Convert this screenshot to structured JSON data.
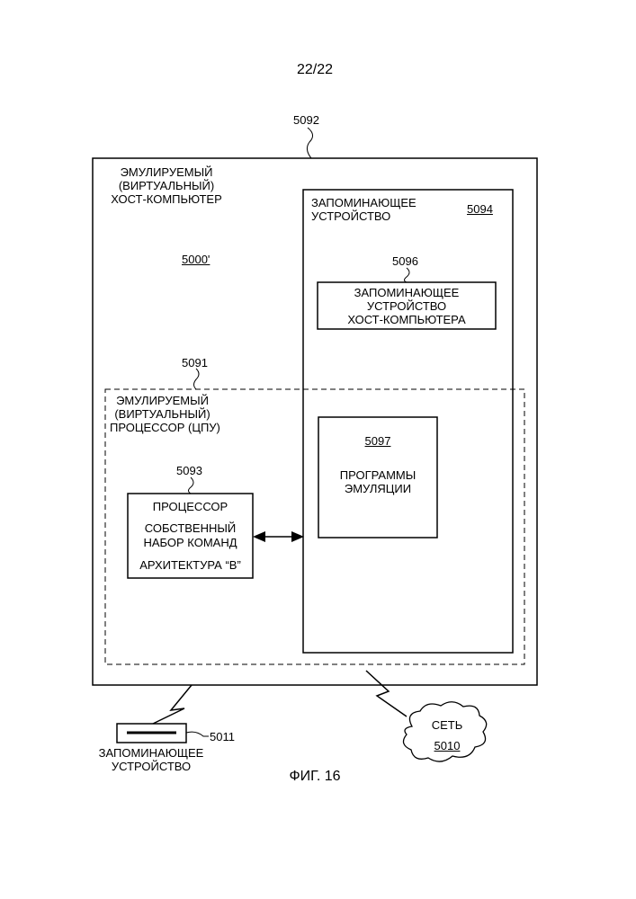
{
  "page_number": "22/22",
  "figure_caption": "ФИГ. 16",
  "host": {
    "ref": "5092",
    "line1": "ЭМУЛИРУЕМЫЙ",
    "line2": "(ВИРТУАЛЬНЫЙ)",
    "line3": "ХОСТ-КОМПЬЮТЕР",
    "id": "5000'"
  },
  "memory": {
    "line1": "ЗАПОМИНАЮЩЕЕ",
    "line2": "УСТРОЙСТВО",
    "ref": "5094"
  },
  "host_memory": {
    "ref": "5096",
    "line1": "ЗАПОМИНАЮЩЕЕ",
    "line2": "УСТРОЙСТВО",
    "line3": "ХОСТ-КОМПЬЮТЕРА"
  },
  "emulated_cpu": {
    "ref": "5091",
    "line1": "ЭМУЛИРУЕМЫЙ",
    "line2": "(ВИРТУАЛЬНЫЙ)",
    "line3": "ПРОЦЕССОР (ЦПУ)"
  },
  "emulation_programs": {
    "ref": "5097",
    "line1": "ПРОГРАММЫ",
    "line2": "ЭМУЛЯЦИИ"
  },
  "native_processor": {
    "ref": "5093",
    "line1": "ПРОЦЕССОР",
    "line2": "СОБСТВЕННЫЙ",
    "line3": "НАБОР КОМАНД",
    "line4": "АРХИТЕКТУРА “B”"
  },
  "storage_device": {
    "ref": "5011",
    "line1": "ЗАПОМИНАЮЩЕЕ",
    "line2": "УСТРОЙСТВО"
  },
  "network": {
    "label": "СЕТЬ",
    "ref": "5010"
  }
}
